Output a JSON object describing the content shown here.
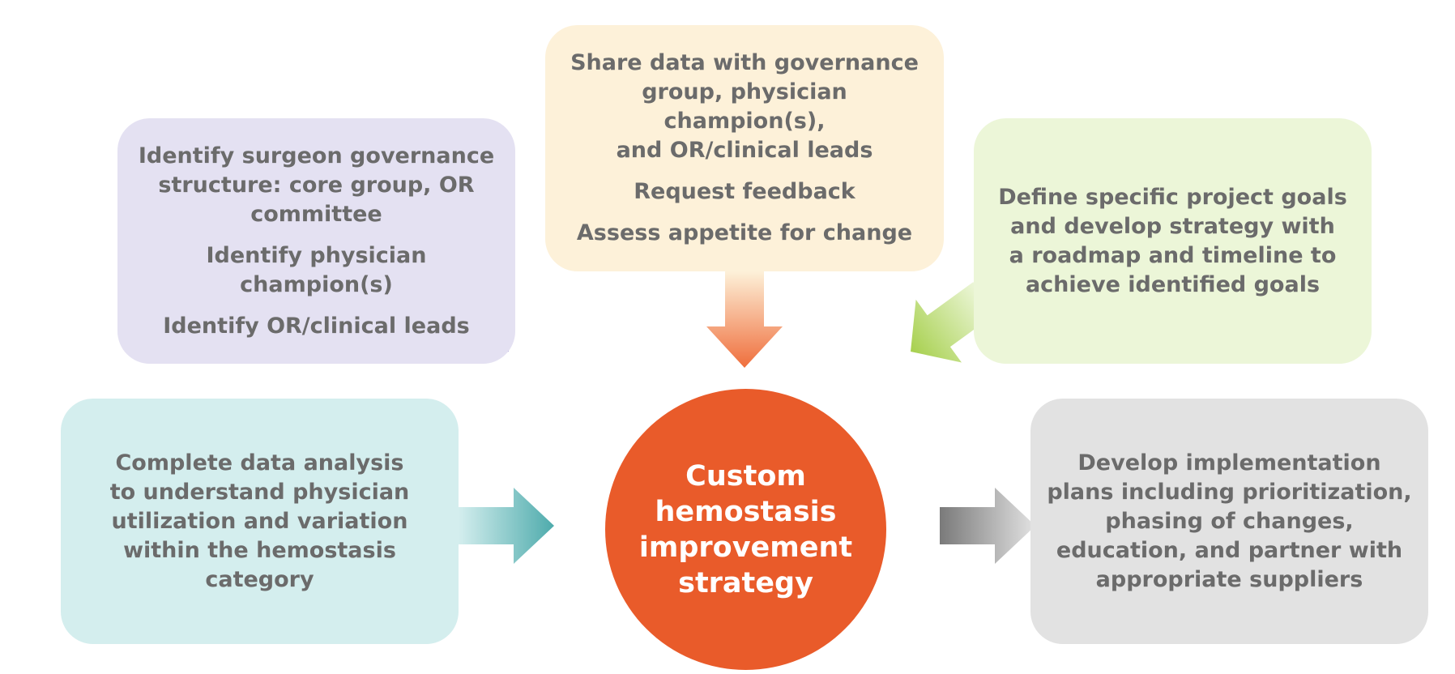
{
  "diagram": {
    "center": {
      "label": "Custom\nhemostasis\nimprovement\nstrategy",
      "color": "#e95b2a"
    },
    "boxes": {
      "governance": {
        "lines": [
          "Identify surgeon governance\nstructure: core group, OR\ncommittee",
          "Identify physician\nchampion(s)",
          "Identify OR/clinical leads"
        ],
        "color": "#e4e1f2",
        "arrow_color": "#8a74c6"
      },
      "share": {
        "lines": [
          "Share data with governance\ngroup, physician champion(s),\nand OR/clinical leads",
          "Request feedback",
          "Assess appetite for change"
        ],
        "color": "#fdf1d9",
        "arrow_color": "#ef6e3c"
      },
      "goals": {
        "lines": [
          "Define specific project goals\nand develop strategy with\na roadmap and timeline to\nachieve identified goals"
        ],
        "color": "#ecf6d8",
        "arrow_color": "#a7d04e"
      },
      "analysis": {
        "lines": [
          "Complete data analysis\nto understand physician\nutilization and variation\nwithin the hemostasis\ncategory"
        ],
        "color": "#d4eeee",
        "arrow_color": "#4eabac"
      },
      "implementation": {
        "lines": [
          "Develop implementation\nplans including prioritization,\nphasing of changes,\neducation, and partner with\nappropriate suppliers"
        ],
        "color": "#e2e2e2",
        "arrow_color": "#7a7a7a"
      }
    }
  }
}
